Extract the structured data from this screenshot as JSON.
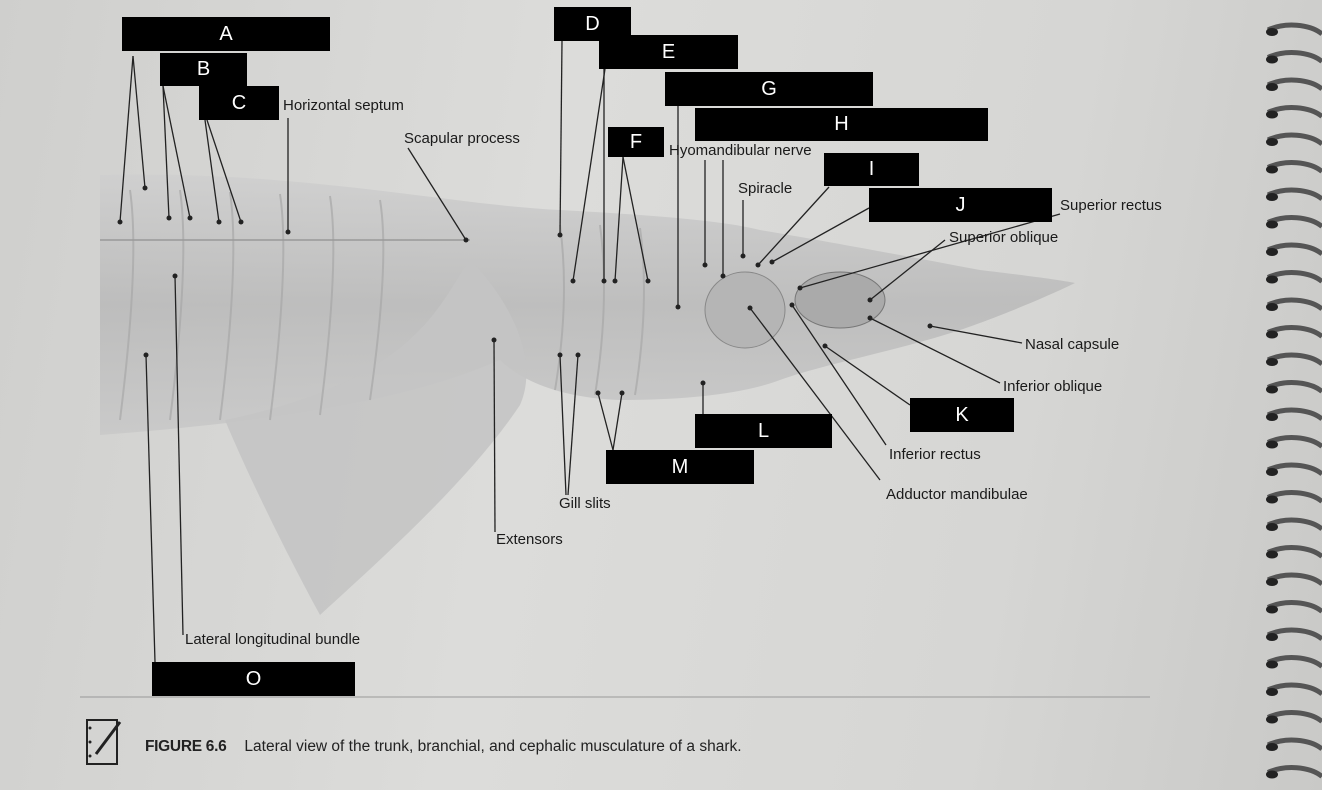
{
  "figure": {
    "number": "FIGURE 6.6",
    "caption": "Lateral view of the trunk, branchial, and cephalic musculature of a shark."
  },
  "answer_boxes": [
    "A",
    "B",
    "C",
    "D",
    "E",
    "F",
    "G",
    "H",
    "I",
    "J",
    "K",
    "L",
    "M",
    "O"
  ],
  "labels": {
    "horizontal_septum": "Horizontal septum",
    "scapular_process": "Scapular process",
    "hyomandibular_nerve": "Hyomandibular nerve",
    "spiracle": "Spiracle",
    "superior_rectus": "Superior rectus",
    "superior_oblique": "Superior oblique",
    "nasal_capsule": "Nasal capsule",
    "inferior_oblique": "Inferior oblique",
    "inferior_rectus": "Inferior rectus",
    "adductor_mandibulae": "Adductor mandibulae",
    "gill_slits": "Gill slits",
    "extensors": "Extensors",
    "lateral_longitudinal_bundle": "Lateral longitudinal bundle"
  }
}
